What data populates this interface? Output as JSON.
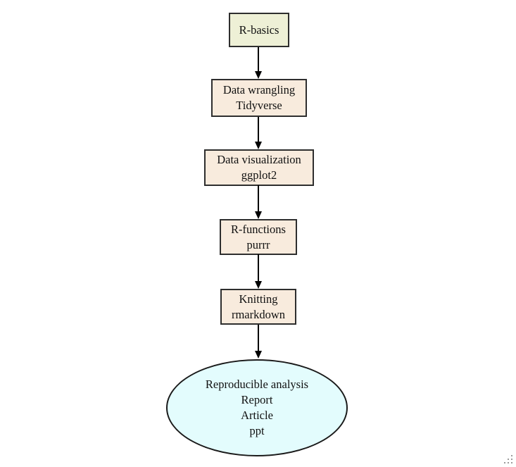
{
  "diagram": {
    "background": "#ffffff",
    "edge_color": "#000000",
    "text_color": "#111111",
    "nodes": [
      {
        "id": "r-basics",
        "shape": "rect",
        "fill": "#eef0d6",
        "border": "#2e2e2e",
        "lines": [
          "R-basics"
        ]
      },
      {
        "id": "data-wrangling",
        "shape": "rect",
        "fill": "#f8ebdd",
        "border": "#2e2e2e",
        "lines": [
          "Data wrangling",
          "Tidyverse"
        ]
      },
      {
        "id": "data-visualization",
        "shape": "rect",
        "fill": "#f8ebdd",
        "border": "#2e2e2e",
        "lines": [
          "Data visualization",
          "ggplot2"
        ]
      },
      {
        "id": "r-functions",
        "shape": "rect",
        "fill": "#f8ebdd",
        "border": "#2e2e2e",
        "lines": [
          "R-functions",
          "purrr"
        ]
      },
      {
        "id": "knitting",
        "shape": "rect",
        "fill": "#f8ebdd",
        "border": "#2e2e2e",
        "lines": [
          "Knitting",
          "rmarkdown"
        ]
      },
      {
        "id": "reproducible-analysis",
        "shape": "ellipse",
        "fill": "#e3fcfd",
        "border": "#1a1a1a",
        "lines": [
          "Reproducible analysis",
          "Report",
          "Article",
          "ppt"
        ]
      }
    ],
    "edges": [
      {
        "from": "r-basics",
        "to": "data-wrangling"
      },
      {
        "from": "data-wrangling",
        "to": "data-visualization"
      },
      {
        "from": "data-visualization",
        "to": "r-functions"
      },
      {
        "from": "r-functions",
        "to": "knitting"
      },
      {
        "from": "knitting",
        "to": "reproducible-analysis"
      }
    ],
    "grip_color": "#9b9b9b"
  }
}
